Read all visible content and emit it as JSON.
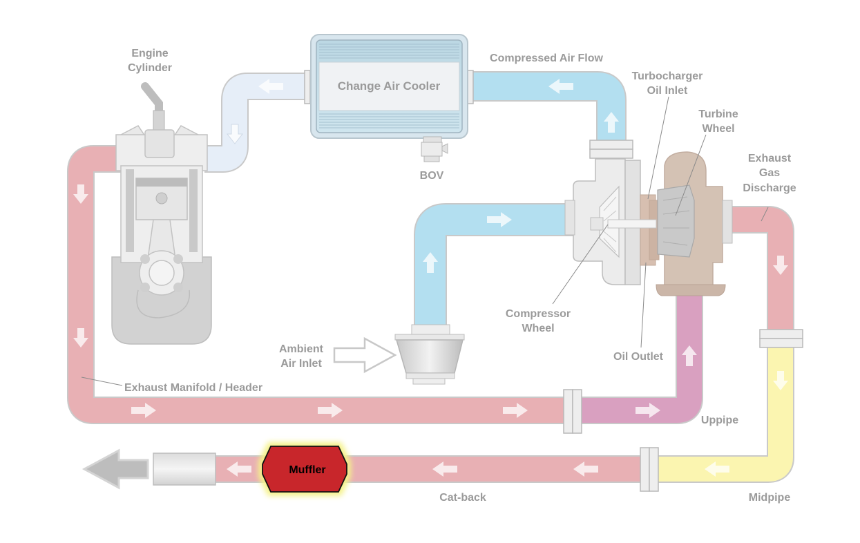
{
  "labels": {
    "engine_cylinder": [
      "Engine",
      "Cylinder"
    ],
    "charge_air_cooler": "Change Air Cooler",
    "compressed_air_flow": "Compressed Air Flow",
    "turbocharger_oil_inlet": [
      "Turbocharger",
      "Oil Inlet"
    ],
    "turbine_wheel": [
      "Turbine",
      "Wheel"
    ],
    "exhaust_gas_discharge": [
      "Exhaust",
      "Gas",
      "Discharge"
    ],
    "bov": "BOV",
    "compressor_wheel": [
      "Compressor",
      "Wheel"
    ],
    "oil_outlet": "Oil Outlet",
    "ambient_air_inlet": [
      "Ambient",
      "Air Inlet"
    ],
    "exhaust_manifold": "Exhaust Manifold / Header",
    "uppipe": "Uppipe",
    "midpipe": "Midpipe",
    "cat_back": "Cat-back",
    "muffler": "Muffler"
  },
  "colors": {
    "cold_air": "#b3dff0",
    "cool_air_light": "#e6eef8",
    "exhaust": "#e8b0b4",
    "uppipe": "#d9a0c0",
    "midpipe": "#fbf5b0",
    "muffler": "#c8262b",
    "muffler_glow": "#f5f28a",
    "turbine_housing": "#d4c2b4",
    "engine": "#e4e4e4",
    "outline": "#c4c4c4"
  }
}
